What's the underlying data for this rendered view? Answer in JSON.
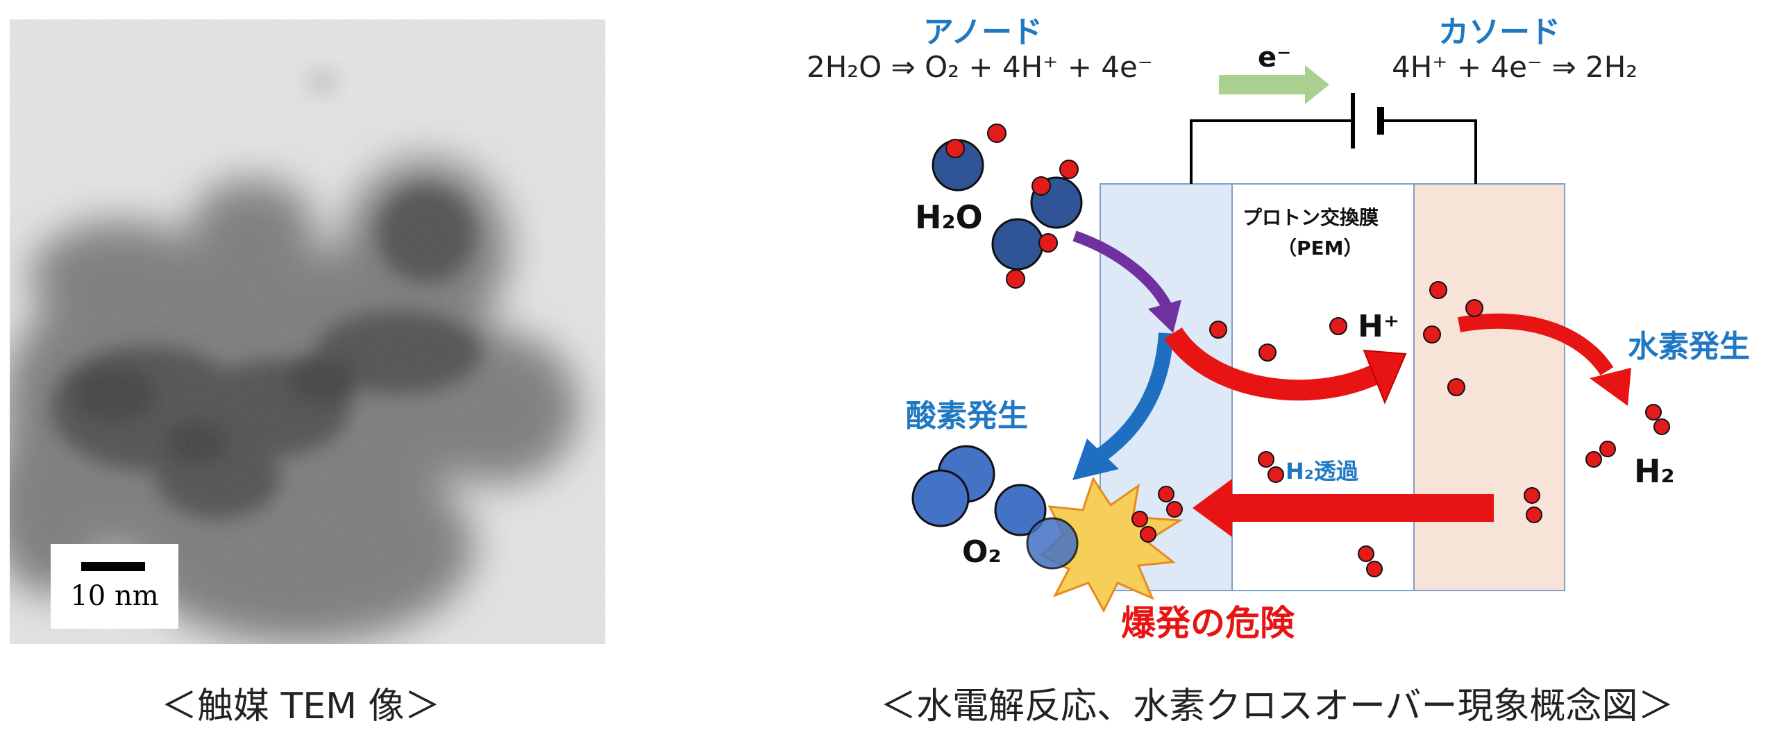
{
  "tem": {
    "scale_label": "10 nm",
    "caption": "＜触媒 TEM 像＞"
  },
  "diagram": {
    "anode_title": "アノード",
    "anode_equation": "2H₂O ⇒ O₂ + 4H⁺ + 4e⁻",
    "electron_label": "e⁻",
    "cathode_title": "カソード",
    "cathode_equation": "4H⁺ + 4e⁻ ⇒ 2H₂",
    "water_label": "H₂O",
    "pem_label_1": "プロトン交換膜",
    "pem_label_2": "（PEM）",
    "proton_label": "H⁺",
    "hydrogen_evolution": "水素発生",
    "oxygen_evolution": "酸素発生",
    "crossover_label": "H₂透過",
    "hydrogen_label": "H₂",
    "oxygen_label": "O₂",
    "explosion_label": "爆発の危険",
    "caption": "＜水電解反応、水素クロスオーバー現象概念図＞"
  },
  "colors": {
    "anode_fill": "#dde9f7",
    "cathode_fill": "#f8e3d8",
    "oxygen_atom": "#2f5597",
    "hydrogen_atom": "#e31b1b",
    "accent_blue": "#1f78c1",
    "accent_red": "#e81414",
    "electron_arrow": "#a9d08e",
    "explosion": "#f6cf5a"
  }
}
